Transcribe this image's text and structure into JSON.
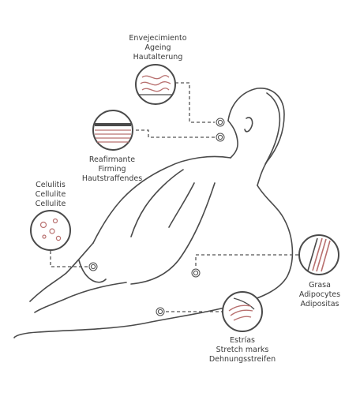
{
  "colors": {
    "outline": "#4a4a4a",
    "dashed": "#555555",
    "accent": "#b8706f",
    "text": "#3a3a3a",
    "background": "#ffffff"
  },
  "callouts": [
    {
      "id": "ageing",
      "icon": "wrinkle-lines-icon",
      "lines": [
        "Envejecimiento",
        "Ageing",
        "Hautalterung"
      ]
    },
    {
      "id": "firming",
      "icon": "skin-layers-icon",
      "lines": [
        "Reafirmante",
        "Firming",
        "Hautstraffendes"
      ]
    },
    {
      "id": "cellulite",
      "icon": "cellulite-dots-icon",
      "lines": [
        "Celulitis",
        "Cellulite",
        "Cellulite"
      ]
    },
    {
      "id": "fat",
      "icon": "fat-tissue-icon",
      "lines": [
        "Grasa",
        "Adipocytes",
        "Adipositas"
      ]
    },
    {
      "id": "stretch-marks",
      "icon": "stretch-mark-icon",
      "lines": [
        "Estrías",
        "Stretch marks",
        "Dehnungsstreifen"
      ]
    }
  ]
}
